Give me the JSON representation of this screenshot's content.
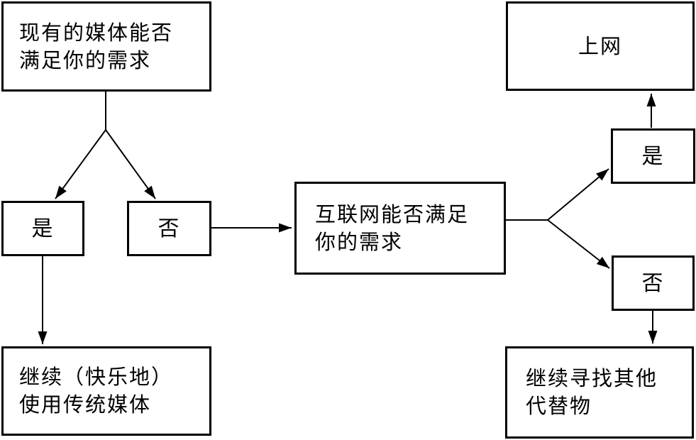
{
  "diagram": {
    "type": "flowchart",
    "colors": {
      "background": "#ffffff",
      "line": "#000000",
      "box_border": "#000000",
      "box_fill": "#ffffff",
      "text": "#000000"
    },
    "nodes": {
      "q1": {
        "line1": "现有的媒体能否",
        "line2": "满足你的需求"
      },
      "yes_left": {
        "label": "是"
      },
      "no_left": {
        "label": "否"
      },
      "continue_traditional": {
        "line1": "继续（快乐地）",
        "line2": "使用传统媒体"
      },
      "q2": {
        "line1": "互联网能否满足",
        "line2": "你的需求"
      },
      "online": {
        "label": "上网"
      },
      "yes_right": {
        "label": "是"
      },
      "no_right": {
        "label": "否"
      },
      "continue_alternatives": {
        "line1": "继续寻找其他",
        "line2": "代替物"
      }
    }
  }
}
